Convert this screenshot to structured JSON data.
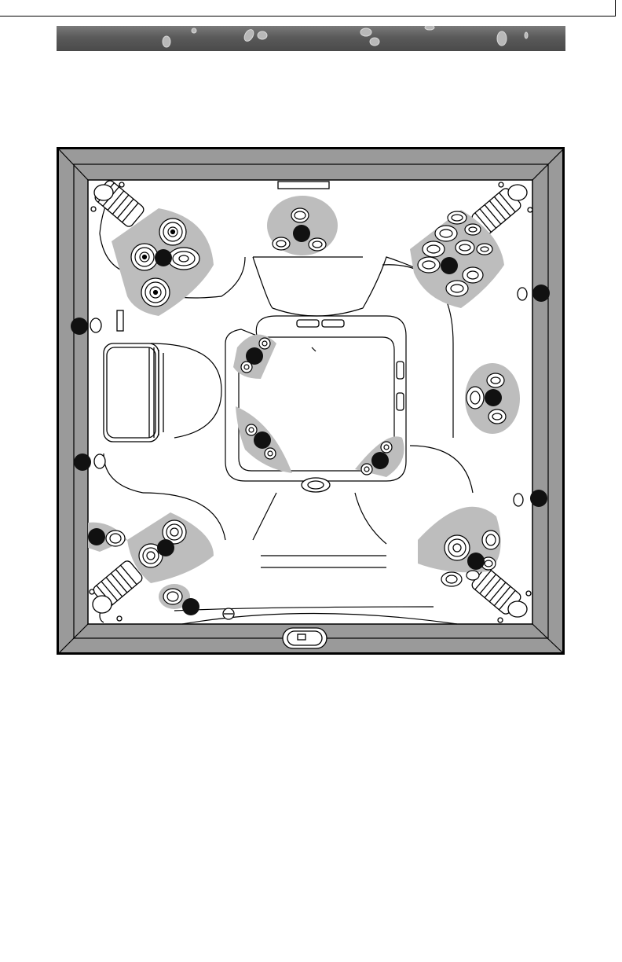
{
  "page": {
    "header_banner": "water-droplet-banner"
  },
  "diagram": {
    "subject": "spa-top-view",
    "callout_count": 16,
    "colors": {
      "frame": "#9a9a9a",
      "jet_cluster": "#bdbdbd",
      "callout": "#111111",
      "outline": "#000000"
    }
  }
}
